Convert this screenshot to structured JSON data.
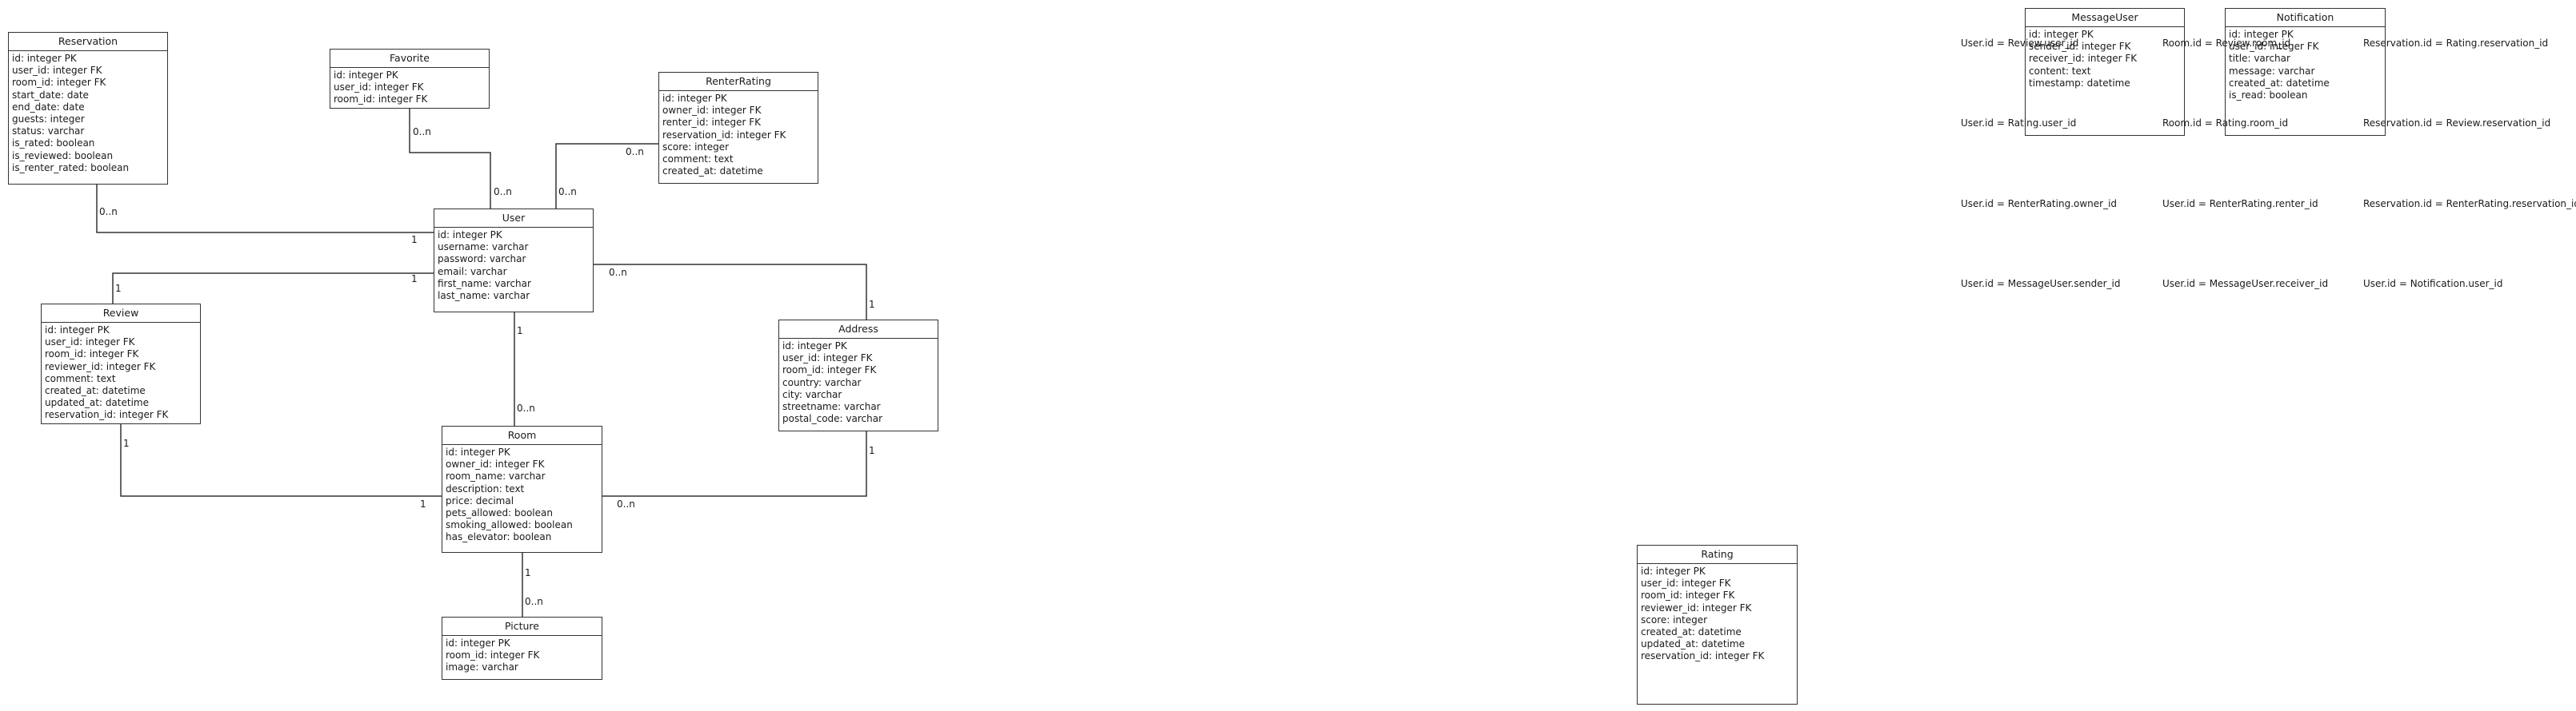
{
  "entities": [
    {
      "name": "Reservation",
      "attributes": [
        "id: integer PK",
        "user_id: integer FK",
        "room_id: integer FK",
        "start_date: date",
        "end_date: date",
        "guests: integer",
        "status: varchar",
        "is_rated: boolean",
        "is_reviewed: boolean",
        "is_renter_rated: boolean"
      ]
    },
    {
      "name": "Favorite",
      "attributes": [
        "id: integer PK",
        "user_id: integer FK",
        "room_id: integer FK"
      ]
    },
    {
      "name": "RenterRating",
      "attributes": [
        "id: integer PK",
        "owner_id: integer FK",
        "renter_id: integer FK",
        "reservation_id: integer FK",
        "score: integer",
        "comment: text",
        "created_at: datetime"
      ]
    },
    {
      "name": "User",
      "attributes": [
        "id: integer PK",
        "username: varchar",
        "password: varchar",
        "email: varchar",
        "first_name: varchar",
        "last_name: varchar"
      ]
    },
    {
      "name": "Review",
      "attributes": [
        "id: integer PK",
        "user_id: integer FK",
        "room_id: integer FK",
        "reviewer_id: integer FK",
        "comment: text",
        "created_at: datetime",
        "updated_at: datetime",
        "reservation_id: integer FK"
      ]
    },
    {
      "name": "Address",
      "attributes": [
        "id: integer PK",
        "user_id: integer FK",
        "room_id: integer FK",
        "country: varchar",
        "city: varchar",
        "streetname: varchar",
        "postal_code: varchar"
      ]
    },
    {
      "name": "Room",
      "attributes": [
        "id: integer PK",
        "owner_id: integer FK",
        "room_name: varchar",
        "description: text",
        "price: decimal",
        "pets_allowed: boolean",
        "smoking_allowed: boolean",
        "has_elevator: boolean"
      ]
    },
    {
      "name": "Picture",
      "attributes": [
        "id: integer PK",
        "room_id: integer FK",
        "image: varchar"
      ]
    },
    {
      "name": "Rating",
      "attributes": [
        "id: integer PK",
        "user_id: integer FK",
        "room_id: integer FK",
        "reviewer_id: integer FK",
        "score: integer",
        "created_at: datetime",
        "updated_at: datetime",
        "reservation_id: integer FK"
      ]
    },
    {
      "name": "MessageUser",
      "attributes": [
        "id: integer PK",
        "sender_id: integer FK",
        "receiver_id: integer FK",
        "content: text",
        "timestamp: datetime"
      ]
    },
    {
      "name": "Notification",
      "attributes": [
        "id: integer PK",
        "user_id: integer FK",
        "title: varchar",
        "message: varchar",
        "created_at: datetime",
        "is_read: boolean"
      ]
    }
  ],
  "multiplicities": [
    "0..n",
    "1",
    "0..n",
    "0..n",
    "0..n",
    "0..n",
    "1",
    "1",
    "0..n",
    "1",
    "1",
    "1",
    "0..n",
    "1",
    "0..n",
    "1",
    "1",
    "0..n"
  ],
  "join_conditions": [
    "User.id = Review.user_id",
    "Room.id = Review.room_id",
    "Reservation.id = Rating.reservation_id",
    "User.id = Rating.user_id",
    "Room.id = Rating.room_id",
    "Reservation.id = Review.reservation_id",
    "User.id = RenterRating.owner_id",
    "User.id = RenterRating.renter_id",
    "Reservation.id = RenterRating.reservation_id",
    "User.id = MessageUser.sender_id",
    "User.id = MessageUser.receiver_id",
    "User.id = Notification.user_id"
  ]
}
